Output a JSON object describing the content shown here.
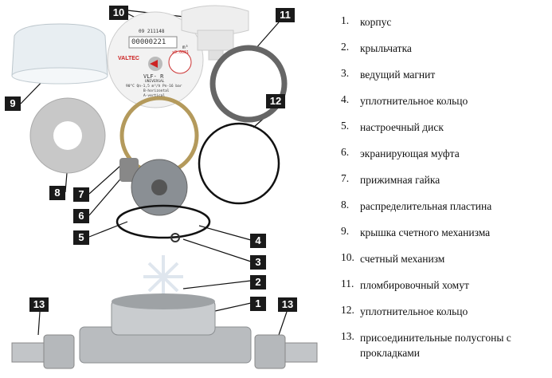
{
  "legend": [
    {
      "num": "1.",
      "text": "корпус"
    },
    {
      "num": "2.",
      "text": "крыльчатка"
    },
    {
      "num": "3.",
      "text": "ведущий магнит"
    },
    {
      "num": "4.",
      "text": "уплотнительное кольцо"
    },
    {
      "num": "5.",
      "text": "настроечный диск"
    },
    {
      "num": "6.",
      "text": "экранирующая муфта"
    },
    {
      "num": "7.",
      "text": "прижимная гайка"
    },
    {
      "num": "8.",
      "text": "распределительная пластина"
    },
    {
      "num": "9.",
      "text": "крышка счетного механизма"
    },
    {
      "num": "10.",
      "text": "счетный механизм"
    },
    {
      "num": "11.",
      "text": "пломбировочный хомут"
    },
    {
      "num": "12.",
      "text": "уплотнительное кольцо"
    },
    {
      "num": "13.",
      "text": "присоединительные полусгоны с прокладками"
    }
  ],
  "callouts": {
    "c1": "1",
    "c2": "2",
    "c3": "3",
    "c4": "4",
    "c5": "5",
    "c6": "6",
    "c7": "7",
    "c8": "8",
    "c9": "9",
    "c10": "10",
    "c11": "11",
    "c12": "12",
    "c13a": "13",
    "c13b": "13"
  },
  "meter_face": {
    "serial": "09 211148",
    "reading": "00000221",
    "unit": "m³",
    "brand": "VALTEC",
    "model": "VLF- R",
    "type": "UNIVERSAL",
    "spec": "90°C Qn-1,5 m³/h Pn-16 bar",
    "mount_b": "B-horizontal",
    "mount_a": "A-vertical",
    "multiplier": "x0.0001"
  }
}
